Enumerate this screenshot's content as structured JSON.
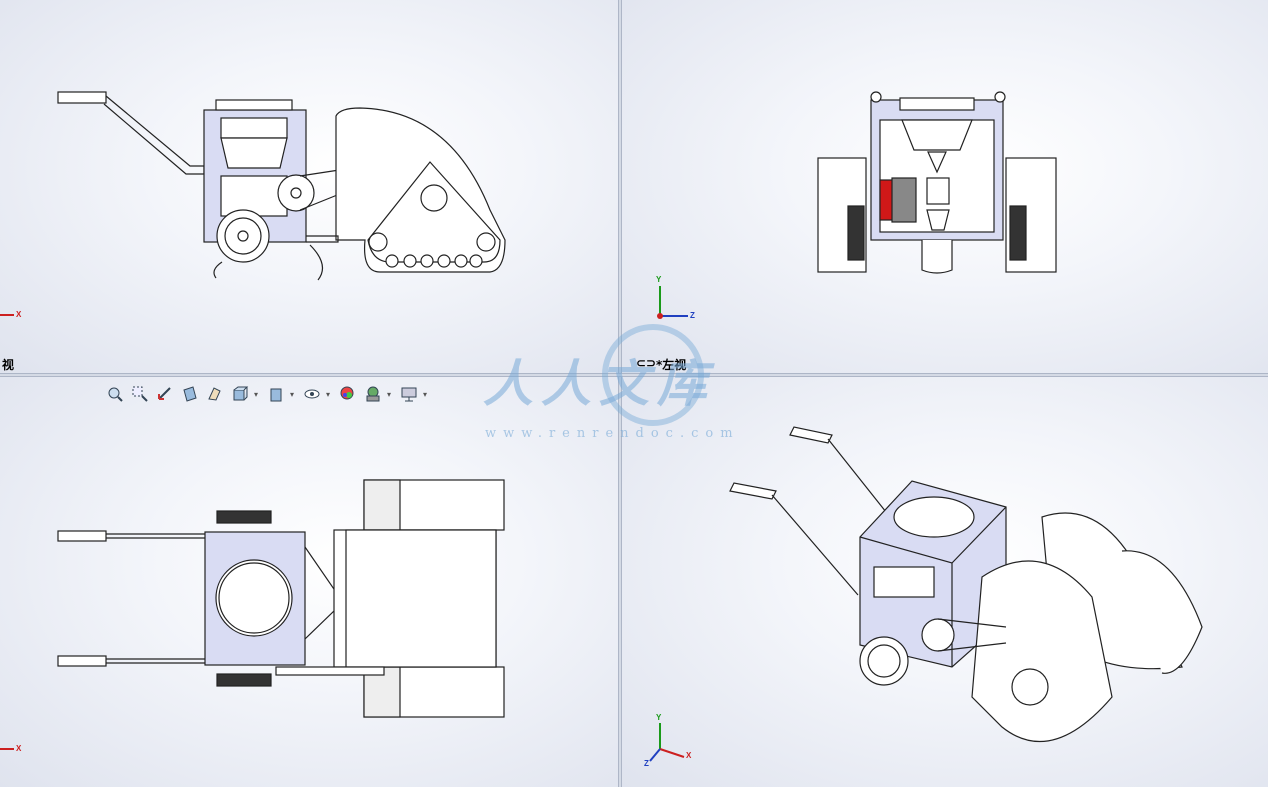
{
  "viewports": {
    "top_left": {
      "label": "视"
    },
    "top_right": {
      "label": "*左视"
    },
    "bottom_left": {},
    "bottom_right": {}
  },
  "triad": {
    "x": "X",
    "y": "Y",
    "z": "Z"
  },
  "toolbar": {
    "buttons": [
      {
        "icon": "zoom-to-fit-icon"
      },
      {
        "icon": "zoom-to-area-icon"
      },
      {
        "icon": "previous-view-icon"
      },
      {
        "icon": "section-view-icon"
      },
      {
        "icon": "dynamic-annotation-icon"
      },
      {
        "icon": "view-orientation-icon"
      },
      {
        "icon": "display-style-icon"
      },
      {
        "icon": "hide-show-items-icon"
      },
      {
        "icon": "edit-appearance-icon"
      },
      {
        "icon": "apply-scene-icon"
      },
      {
        "icon": "view-settings-icon"
      }
    ]
  },
  "watermark": {
    "text": "人人文库",
    "url": "www.renrendoc.com"
  },
  "colors": {
    "frame_fill": "#d9dcf3",
    "axis_x": "#cc2020",
    "axis_y": "#1a9a1a",
    "axis_z": "#2040c0",
    "engine_red": "#d01818"
  }
}
